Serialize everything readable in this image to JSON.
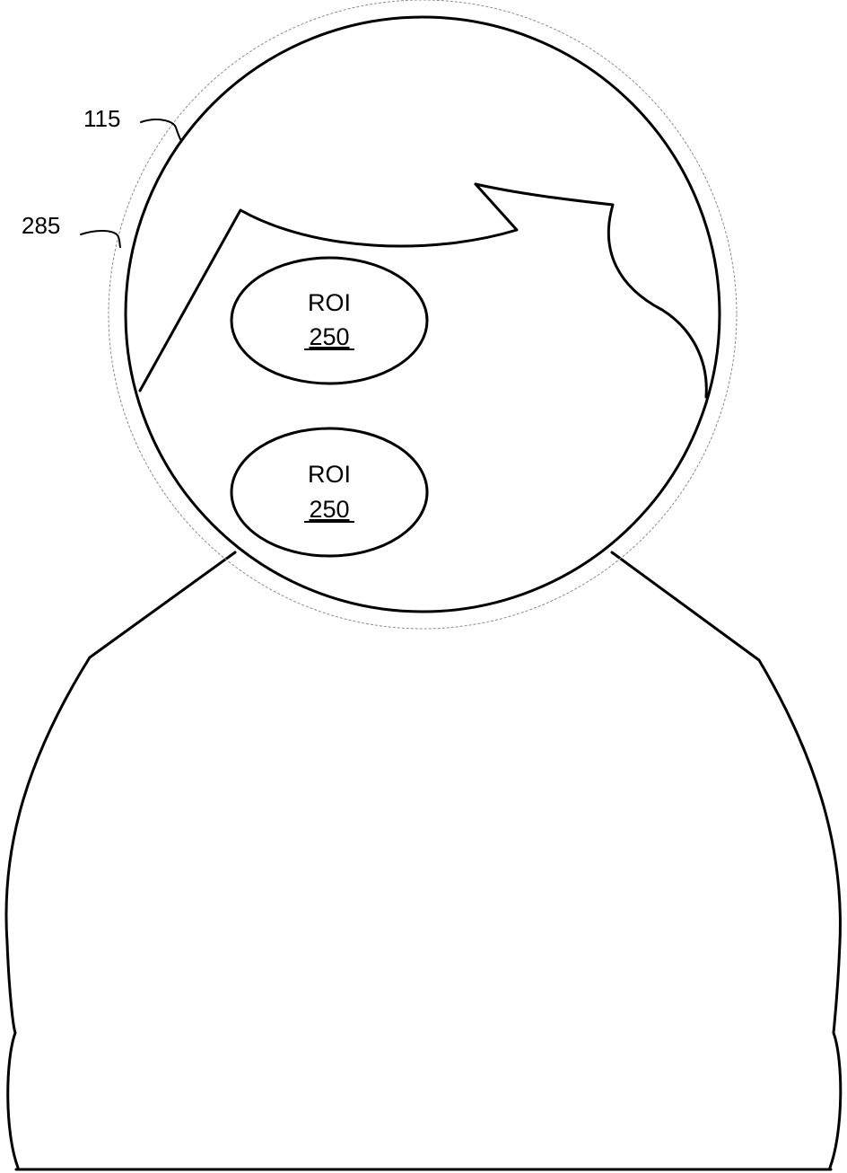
{
  "labels": {
    "head_ref": "115",
    "boundary_ref": "285"
  },
  "regions": [
    {
      "title": "ROI",
      "number": "250"
    },
    {
      "title": "ROI",
      "number": "250"
    }
  ],
  "colors": {
    "line": "#000000",
    "boundary": "#8c8c8c",
    "background": "#ffffff"
  }
}
